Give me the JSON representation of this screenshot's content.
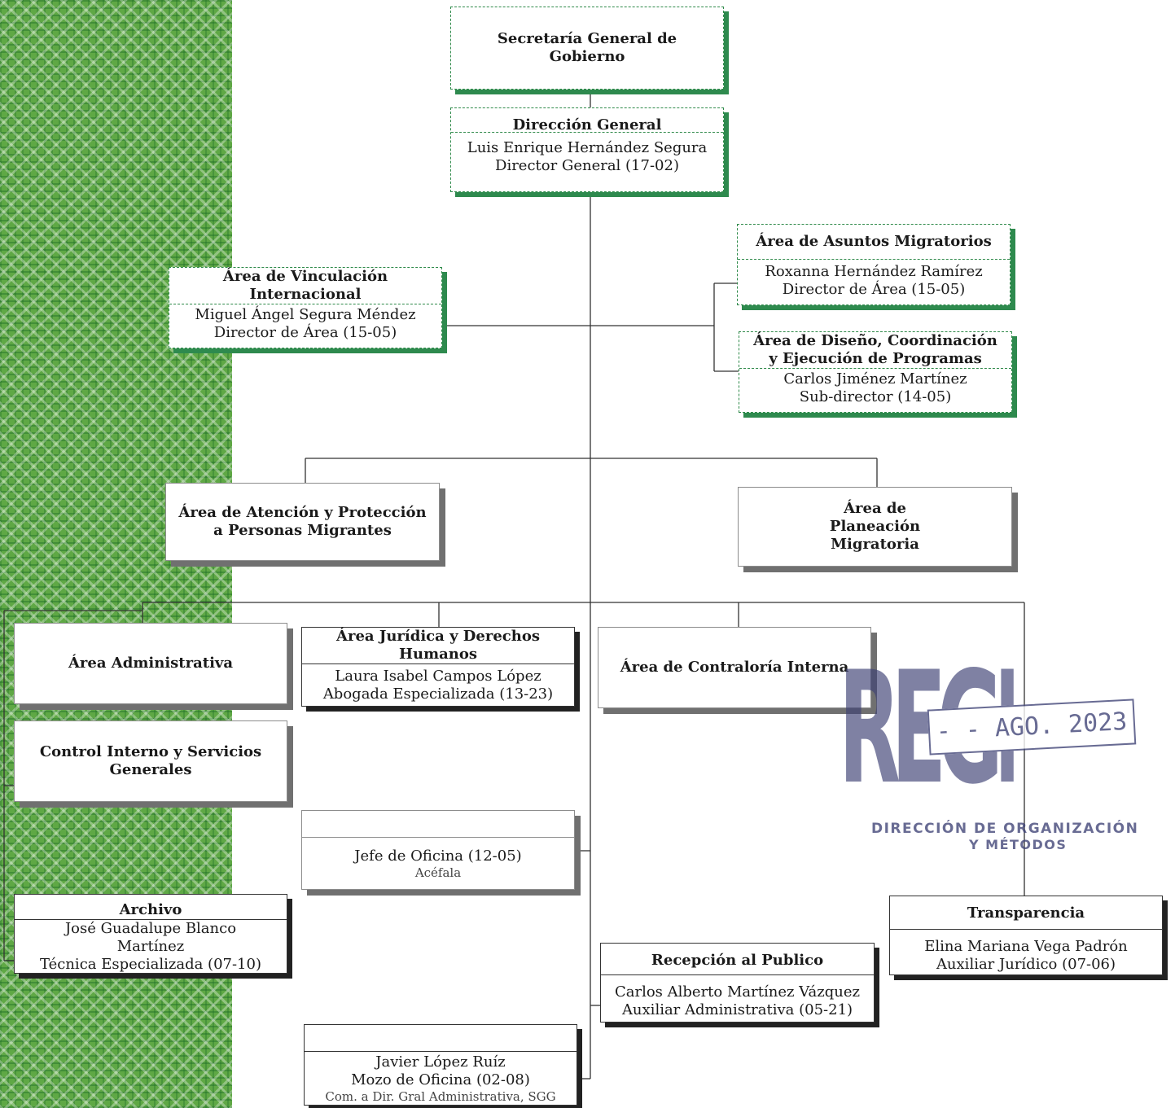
{
  "nodes": {
    "sgg": {
      "title": "Secretaría General de Gobierno"
    },
    "dg": {
      "title": "Dirección General",
      "name": "Luis Enrique Hernández Segura",
      "role": "Director  General (17-02)"
    },
    "vinc": {
      "title": "Área de Vinculación Internacional",
      "name": "Miguel Ángel Segura Méndez",
      "role": "Director  de Área (15-05)"
    },
    "asuntos": {
      "title": "Área de Asuntos Migratorios",
      "name": "Roxanna Hernández Ramírez",
      "role": "Director de Área (15-05)"
    },
    "diseno": {
      "title": "Área de Diseño, Coordinación y Ejecución de Programas",
      "name": "Carlos Jiménez Martínez",
      "role": "Sub-director (14-05)"
    },
    "atencion": {
      "title": "Área de Atención y Protección a Personas Migrantes"
    },
    "planeacion": {
      "title": "Área de Planeación Migratoria"
    },
    "admin": {
      "title": "Área Administrativa"
    },
    "juridica": {
      "title": "Área Jurídica y Derechos Humanos",
      "name": "Laura Isabel Campos López",
      "role": "Abogada Especializada (13-23)"
    },
    "contraloria": {
      "title": "Área de Contraloría Interna"
    },
    "control": {
      "title": "Control Interno y Servicios Generales"
    },
    "jefe": {
      "role": "Jefe de Oficina (12-05)",
      "note": "Acéfala"
    },
    "archivo": {
      "title": "Archivo",
      "name": "José Guadalupe Blanco Martínez",
      "role": "Técnica Especializada (07-10)"
    },
    "transparencia": {
      "title": "Transparencia",
      "name": "Elina Mariana Vega Padrón",
      "role": "Auxiliar Jurídico (07-06)"
    },
    "recepcion": {
      "title": "Recepción al Publico",
      "name": "Carlos Alberto Martínez Vázquez",
      "role": "Auxiliar Administrativa (05-21)"
    },
    "mozo": {
      "name": "Javier López Ruíz",
      "role": "Mozo de Oficina (02-08)",
      "note": "Com. a  Dir. Gral Administrativa, SGG"
    }
  },
  "stamp": {
    "word": "REGISTRADO",
    "date": "- -  AGO. 2023",
    "line1": "DIRECCIÓN DE ORGANIZACIÓN",
    "line2": "Y MÉTODOS"
  },
  "colors": {
    "green_accent": "#2e8a4e",
    "pattern_green": "#5fa845",
    "stamp_ink": "#3e4276"
  }
}
